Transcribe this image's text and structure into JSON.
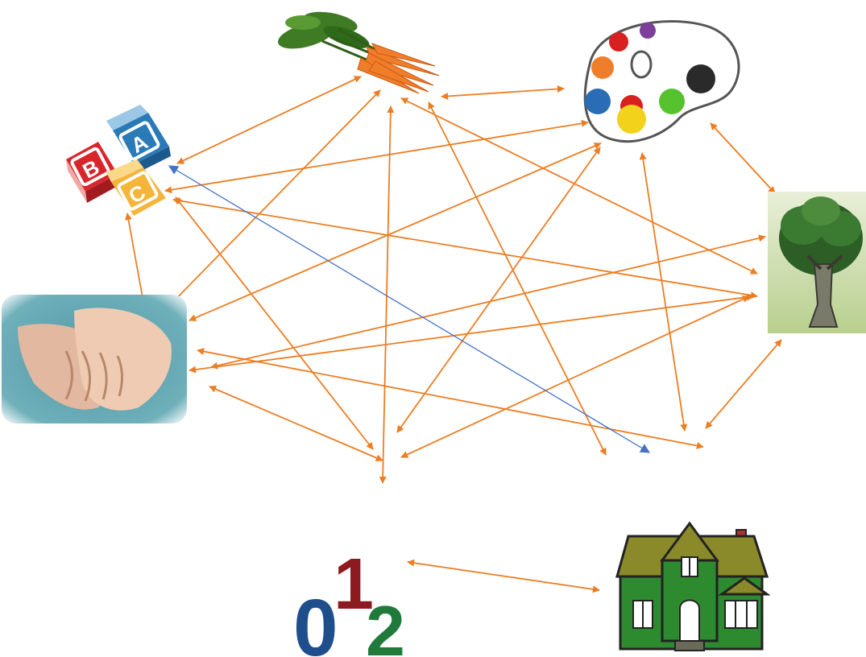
{
  "nodes": [
    {
      "id": "abc",
      "icon": "abc-blocks-icon",
      "letters": [
        "A",
        "B",
        "C"
      ]
    },
    {
      "id": "carrots",
      "icon": "carrots-icon"
    },
    {
      "id": "palette",
      "icon": "paint-palette-icon"
    },
    {
      "id": "tree",
      "icon": "tree-icon"
    },
    {
      "id": "hands",
      "icon": "holding-hands-icon"
    },
    {
      "id": "numbers",
      "icon": "numbers-012-icon",
      "digits": [
        "0",
        "1",
        "2"
      ]
    },
    {
      "id": "house",
      "icon": "green-house-icon"
    }
  ],
  "colors": {
    "arrow_orange": "#ED7D22",
    "arrow_blue": "#4472C4"
  }
}
